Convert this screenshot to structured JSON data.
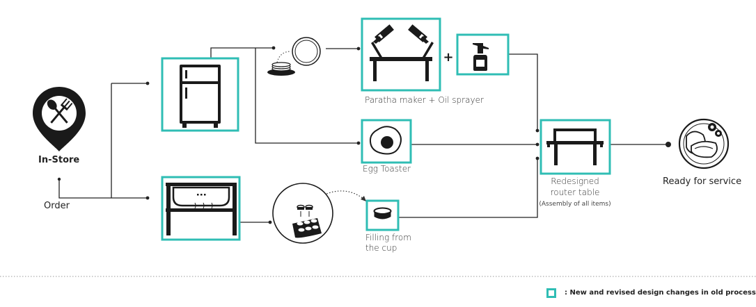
{
  "colors": {
    "accent": "#2fbdb4",
    "ink": "#1a1a1a",
    "line": "#222222",
    "divider": "#9a9a9a"
  },
  "nodes": {
    "in_store": {
      "label": "In-Store",
      "icon": "map-pin-spoon-fork-icon"
    },
    "order": {
      "label": "Order"
    },
    "refrigerator": {
      "icon": "refrigerator-icon"
    },
    "sink_station": {
      "icon": "heated-sink-station-icon"
    },
    "plate": {
      "icon": "plate-icon"
    },
    "paratha_stack": {
      "icon": "paratha-stack-icon"
    },
    "paratha_maker": {
      "label": "Paratha maker + Oil sprayer",
      "icon": "paratha-maker-icon",
      "plus": "+"
    },
    "oil_sprayer": {
      "icon": "oil-sprayer-icon"
    },
    "egg_toaster": {
      "label": "Egg Toaster",
      "icon": "egg-icon"
    },
    "filling_tray": {
      "icon": "filling-tray-icon"
    },
    "filling_cup": {
      "label_line1": "Filling from",
      "label_line2": "the cup",
      "icon": "filling-cup-icon"
    },
    "router_table": {
      "label_line1": "Redesigned",
      "label_line2": "router table",
      "note": "(Assembly of all items)",
      "icon": "router-table-icon"
    },
    "ready": {
      "label": "Ready for service",
      "icon": "served-plate-icon"
    }
  },
  "legend": {
    "text": ": New and revised design changes in old process"
  }
}
